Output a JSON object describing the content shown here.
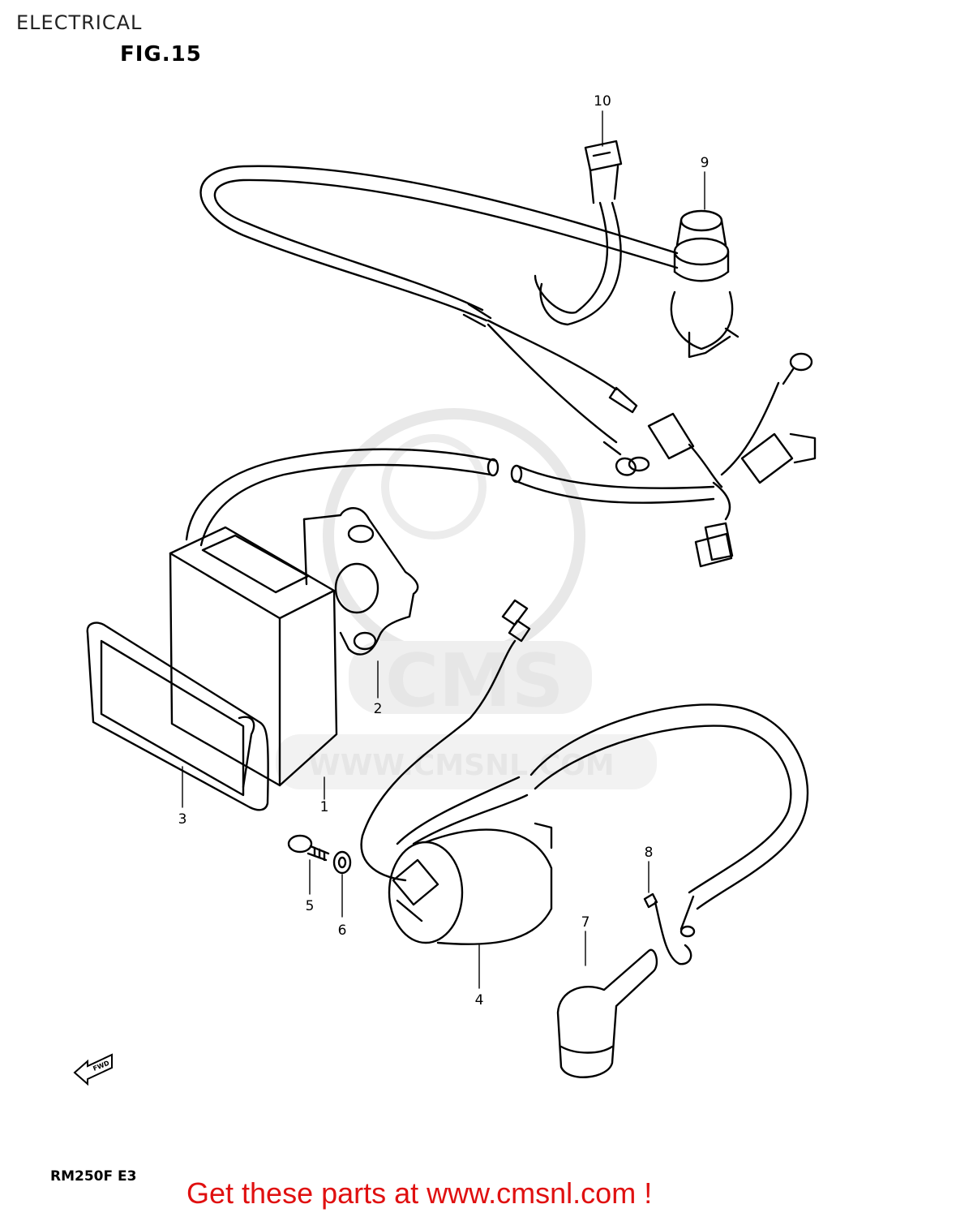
{
  "header": {
    "section_title": "ELECTRICAL",
    "figure_label": "FIG.15"
  },
  "footer": {
    "model": "RM250F E3",
    "promo": "Get these parts at www.cmsnl.com !"
  },
  "watermark": {
    "logo_text": "CMS",
    "url_text": "WWW.CMSNL.COM"
  },
  "direction_marker": {
    "label": "FWD"
  },
  "parts": [
    {
      "number": "1"
    },
    {
      "number": "2"
    },
    {
      "number": "3"
    },
    {
      "number": "4"
    },
    {
      "number": "5"
    },
    {
      "number": "6"
    },
    {
      "number": "7"
    },
    {
      "number": "8"
    },
    {
      "number": "9"
    },
    {
      "number": "10"
    }
  ],
  "colors": {
    "line": "#000000",
    "watermark": "#e6e6e6",
    "promo": "#e01010"
  }
}
